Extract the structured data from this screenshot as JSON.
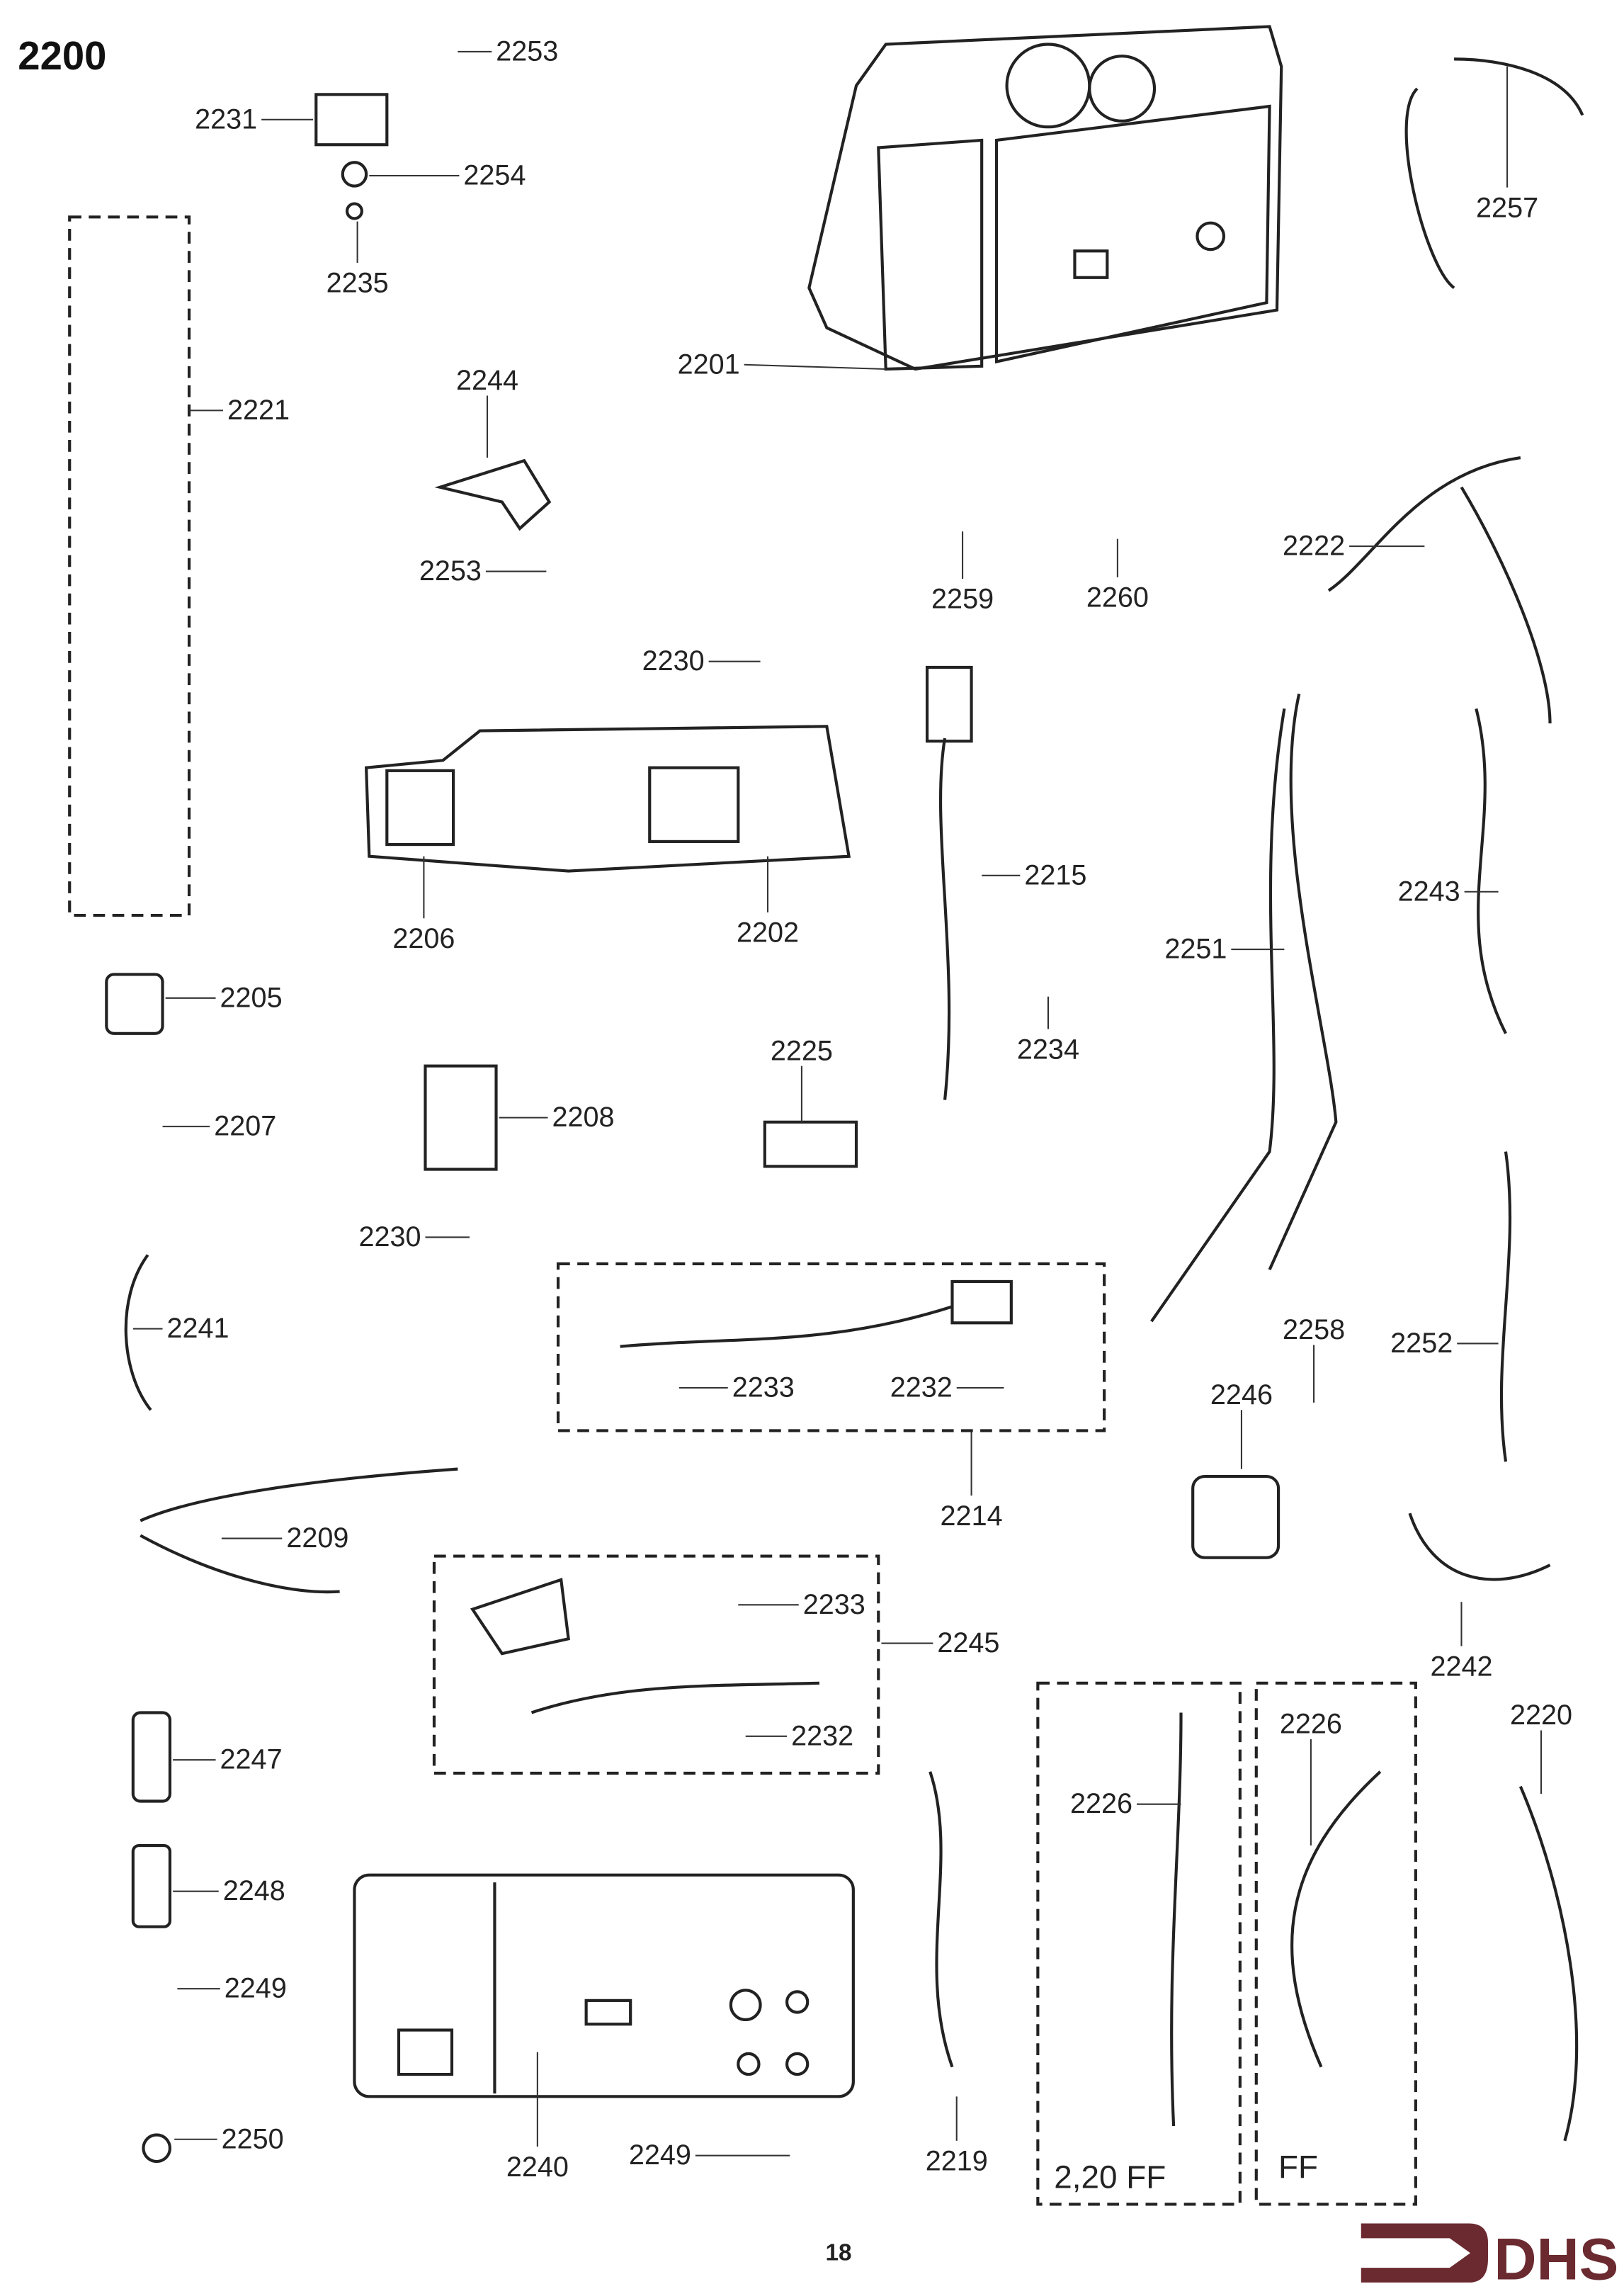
{
  "page": {
    "section_title": "2200",
    "page_number": "18",
    "logo_text": "DHS",
    "logo_color": "#6b2a30"
  },
  "callouts": [
    "2253",
    "2231",
    "2254",
    "2235",
    "2221",
    "2244",
    "2253",
    "2201",
    "2257",
    "2259",
    "2260",
    "2222",
    "2230",
    "2215",
    "2206",
    "2202",
    "2243",
    "2251",
    "2205",
    "2225",
    "2234",
    "2207",
    "2208",
    "2230",
    "2241",
    "2258",
    "2252",
    "2233",
    "2232",
    "2246",
    "2214",
    "2209",
    "2233",
    "2245",
    "2242",
    "2232",
    "2220",
    "2226",
    "2226",
    "2247",
    "2248",
    "2249",
    "2250",
    "2240",
    "2249",
    "2219"
  ],
  "variant_labels": {
    "left_box": "2,20 FF",
    "right_box": "FF"
  }
}
